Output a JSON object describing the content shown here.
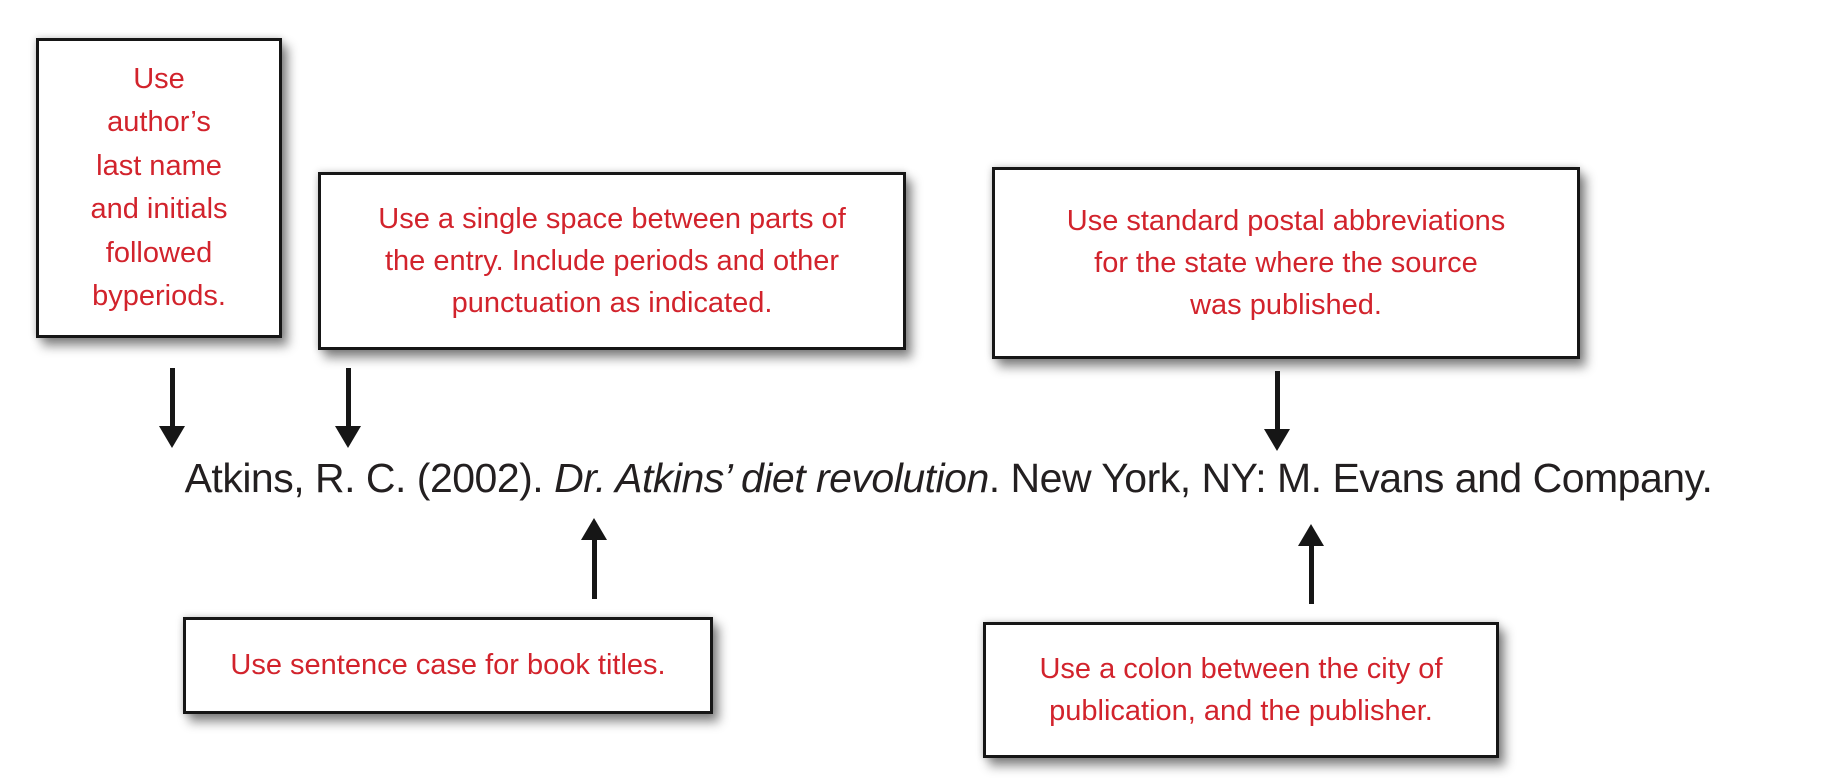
{
  "colors": {
    "red": "#d2232c",
    "ink": "#231f20",
    "line": "#161616"
  },
  "annotations": {
    "author": {
      "text": "Use\nauthor’s\nlast name\nand initials\nfollowed\nbyperiods."
    },
    "spacing": {
      "text": "Use a single space between parts of\nthe entry. Include periods and other\npunctuation as indicated."
    },
    "postal": {
      "text": "Use standard postal abbreviations\nfor the state where the source\nwas published."
    },
    "sentence_case": {
      "text": "Use sentence case for book titles."
    },
    "colon": {
      "text": "Use a colon between the city of\npublication, and the publisher."
    }
  },
  "citation": {
    "prefix": "Atkins, R. C. (2002). ",
    "italic": "Dr. Atkins’ diet revolution",
    "suffix": ". New York, NY: M. Evans and Company."
  }
}
